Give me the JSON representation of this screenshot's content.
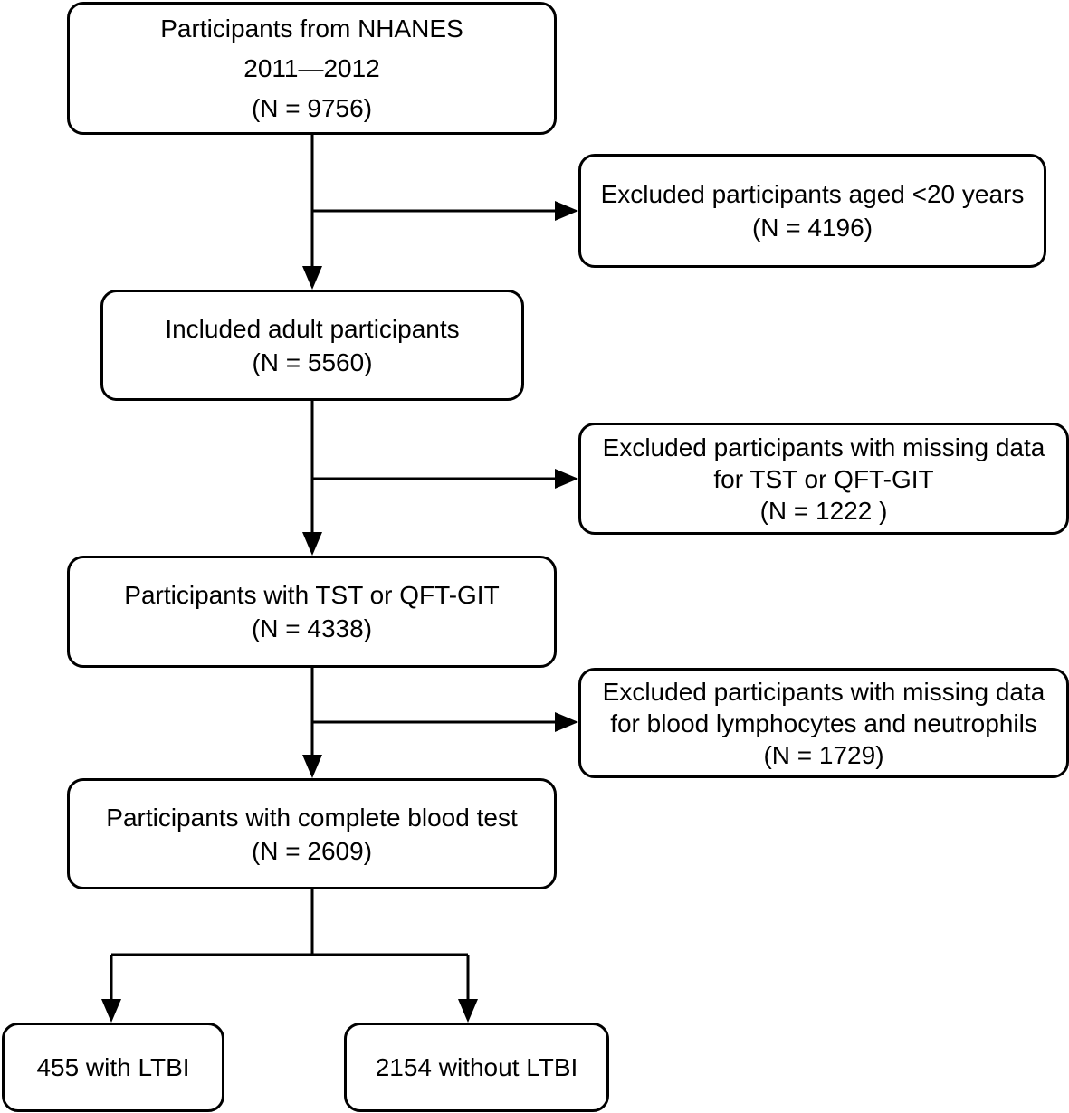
{
  "boxes": {
    "source": {
      "line1": "Participants from NHANES",
      "line2": "2011—2012",
      "line3": "(N = 9756)"
    },
    "excluded_age": {
      "line1": "Excluded participants aged <20 years",
      "line2": "(N = 4196)"
    },
    "adults": {
      "line1": "Included adult participants",
      "line2": "(N = 5560)"
    },
    "excluded_tst": {
      "line1": "Excluded participants with missing data",
      "line2": "for TST or QFT-GIT",
      "line3": "(N = 1222 )"
    },
    "tst": {
      "line1": "Participants with TST or QFT-GIT",
      "line2": "(N = 4338)"
    },
    "excluded_blood": {
      "line1": "Excluded participants with missing data",
      "line2": "for blood lymphocytes and neutrophils",
      "line3": "(N = 1729)"
    },
    "blood": {
      "line1": "Participants with complete blood test",
      "line2": "(N = 2609)"
    },
    "ltbi": {
      "line1": "455 with LTBI"
    },
    "no_ltbi": {
      "line1": "2154 without LTBI"
    }
  },
  "colors": {
    "stroke": "#000000",
    "background": "#ffffff"
  }
}
